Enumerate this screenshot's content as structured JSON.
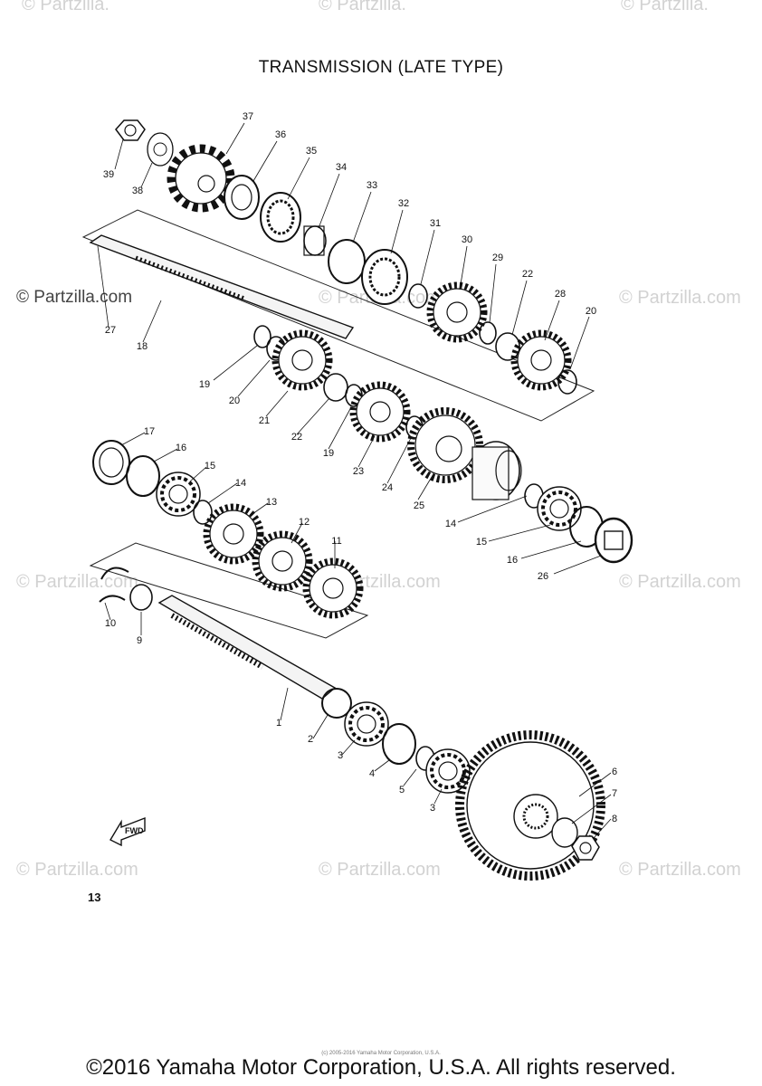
{
  "title": "TRANSMISSION (LATE TYPE)",
  "watermark": "© Partzilla.com",
  "watermark_short": "© Partzilla.",
  "page_number": "13",
  "fwd_label": "FWD",
  "small_copyright": "(c) 2005-2016 Yamaha Motor Corporation, U.S.A.",
  "copyright": "©2016 Yamaha Motor Corporation, U.S.A. All rights reserved.",
  "callouts": [
    "37",
    "36",
    "35",
    "34",
    "33",
    "32",
    "31",
    "30",
    "29",
    "22",
    "28",
    "20",
    "39",
    "38",
    "27",
    "18",
    "19",
    "20",
    "21",
    "22",
    "19",
    "23",
    "24",
    "25",
    "17",
    "16",
    "15",
    "14",
    "13",
    "12",
    "11",
    "14",
    "15",
    "16",
    "26",
    "10",
    "9",
    "1",
    "2",
    "3",
    "4",
    "5",
    "3",
    "6",
    "7",
    "8"
  ]
}
